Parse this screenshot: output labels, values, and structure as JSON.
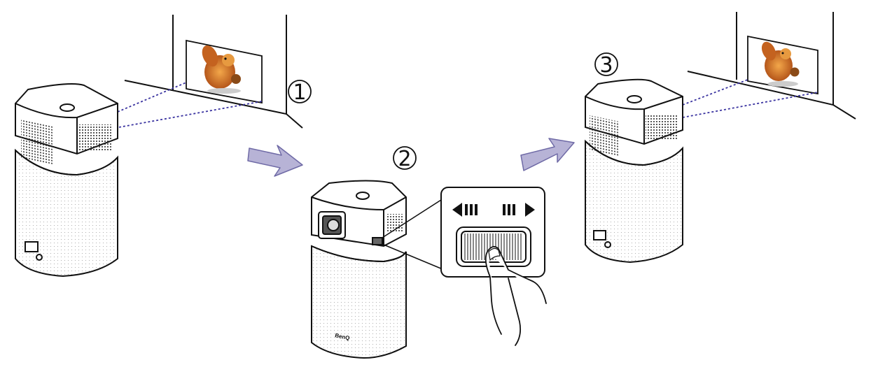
{
  "steps": [
    {
      "label": "1"
    },
    {
      "label": "2"
    },
    {
      "label": "3"
    }
  ],
  "brand_text": "BenQ",
  "colors": {
    "line": "#111111",
    "beam": "#3a33a0",
    "arrow_fill": "#b7b3d6",
    "arrow_edge": "#6f6aa6",
    "squirrel": "#d9822b"
  },
  "icons": [
    "projector-icon",
    "wall-screen-icon",
    "squirrel-image",
    "focus-slider-icon",
    "finger-icon",
    "direction-arrow-icon"
  ]
}
